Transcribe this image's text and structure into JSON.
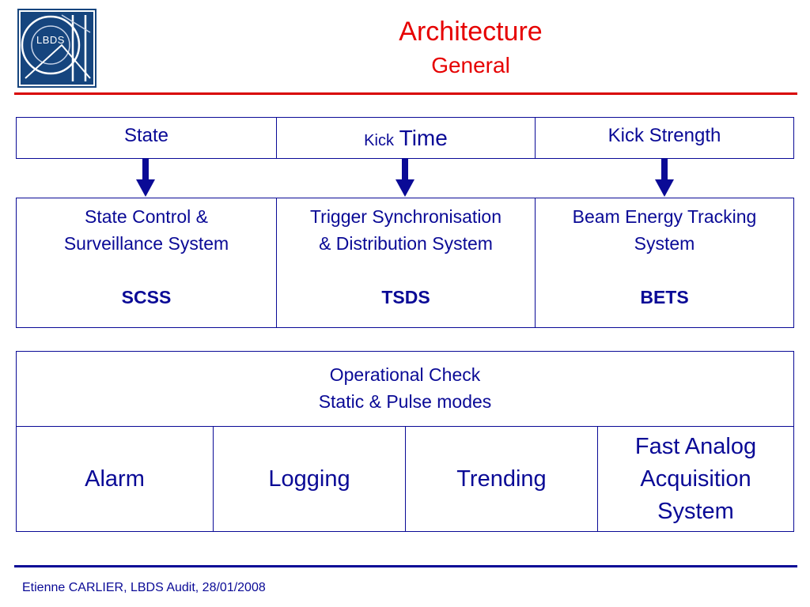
{
  "logo": {
    "text": "LBDS"
  },
  "header": {
    "title": "Architecture",
    "subtitle": "General"
  },
  "inputs": [
    {
      "text": "State"
    },
    {
      "prefix": "Kick",
      "text": "Time"
    },
    {
      "text": "Kick Strength"
    }
  ],
  "systems": [
    {
      "line1": "State Control &",
      "line2": "Surveillance System",
      "abbr": "SCSS"
    },
    {
      "line1": "Trigger Synchronisation",
      "line2": "& Distribution System",
      "abbr": "TSDS"
    },
    {
      "line1": "Beam Energy Tracking",
      "line2": "System",
      "abbr": "BETS"
    }
  ],
  "operational": {
    "line1": "Operational Check",
    "line2": "Static & Pulse modes"
  },
  "functions": [
    {
      "lines": [
        "Alarm"
      ]
    },
    {
      "lines": [
        "Logging"
      ]
    },
    {
      "lines": [
        "Trending"
      ]
    },
    {
      "lines": [
        "Fast Analog",
        "Acquisition",
        "System"
      ]
    }
  ],
  "footer": {
    "text": "Etienne CARLIER, LBDS Audit, 28/01/2008"
  },
  "colors": {
    "accent": "#e60000",
    "text": "#0a0a96",
    "logo_bg": "#16457e"
  }
}
